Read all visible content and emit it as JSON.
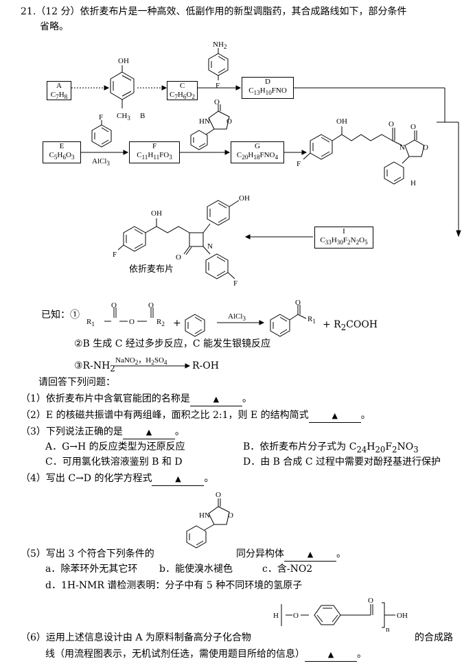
{
  "question": {
    "number": "21.",
    "score": "（12 分）",
    "intro_line1": "依折麦布片是一种高效、低副作用的新型调脂药，其合成路线如下，部分条件",
    "intro_line2": "省略。"
  },
  "scheme": {
    "A": {
      "letter": "A",
      "formula": "C7H8"
    },
    "B": {
      "letter": "B",
      "oh": "OH",
      "ch3": "CH3"
    },
    "C": {
      "letter": "C",
      "formula": "C7H6O2"
    },
    "D": {
      "letter": "D",
      "formula": "C13H10FNO"
    },
    "E": {
      "letter": "E",
      "formula": "C5H6O3"
    },
    "F": {
      "letter": "F",
      "formula": "C11H11FO3"
    },
    "G": {
      "letter": "G",
      "formula": "C20H18FNO4"
    },
    "H": {
      "letter": "H",
      "oh": "OH",
      "o": "O",
      "n": "N",
      "f": "F"
    },
    "I": {
      "letter": "I",
      "formula": "C33H30F2N2O5"
    },
    "reagent_aniline": {
      "nh2": "NH2",
      "f": "F"
    },
    "reagent_fluorobenzene": {
      "f": "F",
      "cat": "AlCl3"
    },
    "reagent_oxazolidinone": {
      "hn": "HN",
      "o": "O"
    },
    "product": {
      "name": "依折麦布片",
      "oh1": "OH",
      "oh2": "OH",
      "n": "N",
      "o": "O",
      "f1": "F",
      "f2": "F"
    }
  },
  "known": {
    "label": "已知：",
    "n1": "①",
    "r1": "R1",
    "r2": "R2",
    "o": "O",
    "plus": "+",
    "cat": "AlCl3",
    "byproduct": "+ R2COOH",
    "n2": "②B 生成 C 经过多步反应，C 能发生银镜反应",
    "n3": "③R-NH2",
    "n3_reagent": "NaNO2，H2SO4",
    "n3_product": "R-OH"
  },
  "questions": {
    "prompt": "请回答下列问题：",
    "q1": "（1）依折麦布片中含氧官能团的名称是",
    "q2": "（2）E 的核磁共振谱中有两组峰，面积之比 2:1，则 E 的结构简式",
    "q3": "（3）下列说法正确的是",
    "q3a": "A．G→H 的反应类型为还原反应",
    "q3b": "B．依折麦布片分子式为 C24H20F2NO3",
    "q3c": "C．可用氯化铁溶液鉴别 B 和 D",
    "q3d": "D．由 B 合成 C 过程中需要对酚羟基进行保护",
    "q4": "（4）写出 C→D 的化学方程式",
    "q5": "（5）写出 3 个符合下列条件的",
    "q5_tail": "同分异构体",
    "q5a": "a．除苯环外无其它环",
    "q5b": "b．能使溴水褪色",
    "q5c": "c．含-NO2",
    "q5d": "d．1H-NMR 谱检测表明：分子中有 5 种不同环境的氢原子",
    "q6_line1": "（6）运用上述信息设计由 A 为原料制备高分子化合物",
    "q6_tail": "的合成路",
    "q6_line2": "线（用流程图表示，无机试剂任选，需使用题目所给的信息）",
    "polymer": {
      "h": "H",
      "o": "O",
      "oh": "OH",
      "n": "n"
    },
    "marker": "▲",
    "period": "。"
  }
}
